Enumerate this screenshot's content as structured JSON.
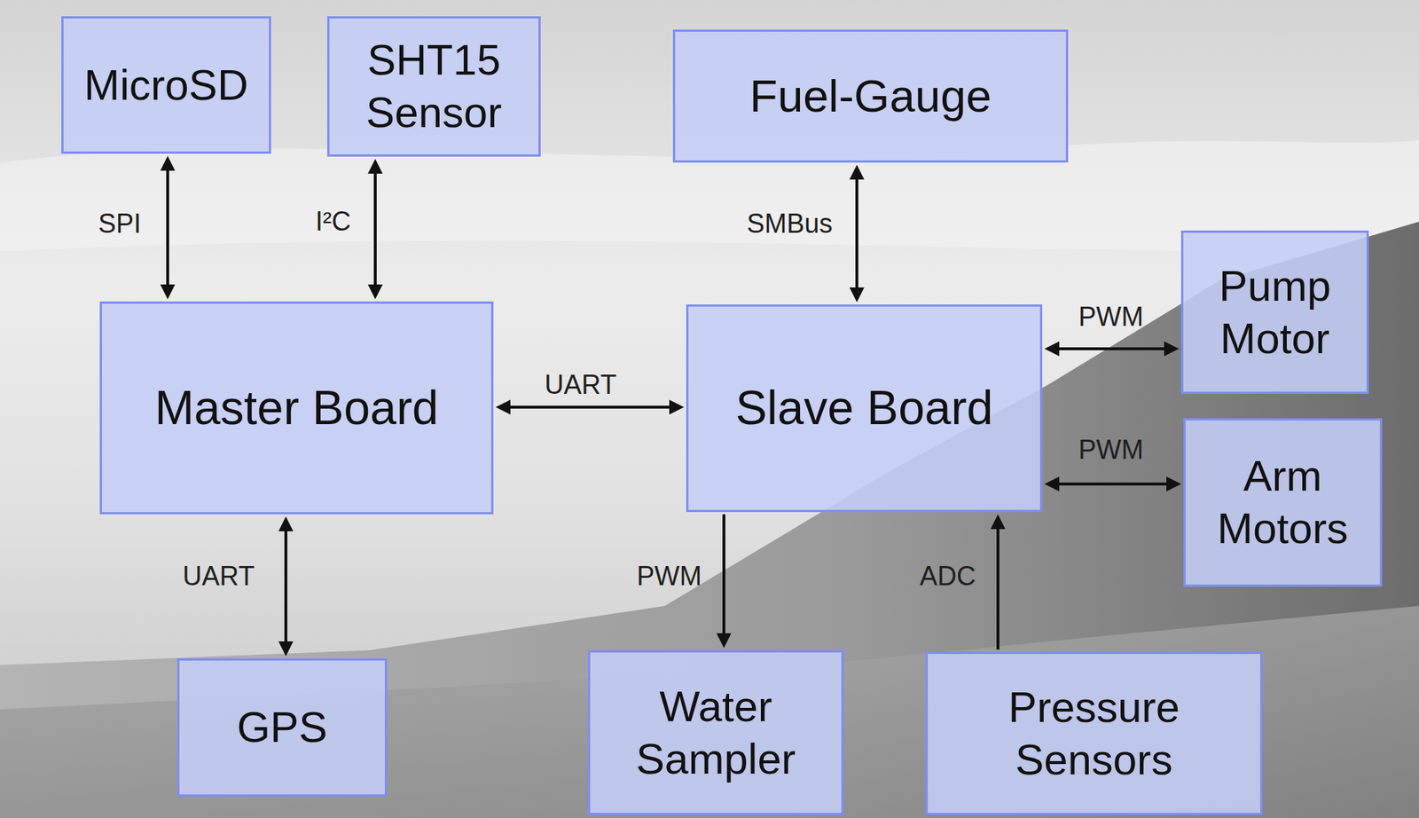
{
  "diagram": {
    "nodes": [
      {
        "text": [
          "MicroSD"
        ]
      },
      {
        "text": [
          "SHT15 Sensor"
        ]
      },
      {
        "text": [
          "Fuel-Gauge"
        ]
      },
      {
        "text": [
          "Master Board"
        ]
      },
      {
        "text": [
          "Slave Board"
        ]
      },
      {
        "text": [
          "Pump Motor"
        ]
      },
      {
        "text": [
          "Arm Motors"
        ]
      },
      {
        "text": [
          "GPS"
        ]
      },
      {
        "text": [
          "Water Sampler"
        ]
      },
      {
        "text": [
          "Pressure Sensors"
        ]
      }
    ],
    "edges": [
      {
        "from": 3,
        "to": 0,
        "label": "SPI",
        "arrow": "both"
      },
      {
        "from": 3,
        "to": 1,
        "label": "I²C",
        "arrow": "both"
      },
      {
        "from": 4,
        "to": 2,
        "label": "SMBus",
        "arrow": "both"
      },
      {
        "from": 3,
        "to": 4,
        "label": "UART",
        "arrow": "both"
      },
      {
        "from": 4,
        "to": 5,
        "label": "PWM",
        "arrow": "both"
      },
      {
        "from": 4,
        "to": 6,
        "label": "PWM",
        "arrow": "both"
      },
      {
        "from": 3,
        "to": 7,
        "label": "UART",
        "arrow": "both"
      },
      {
        "from": 4,
        "to": 8,
        "label": "PWM",
        "arrow": "to"
      },
      {
        "from": 9,
        "to": 4,
        "label": "ADC",
        "arrow": "to"
      }
    ]
  }
}
